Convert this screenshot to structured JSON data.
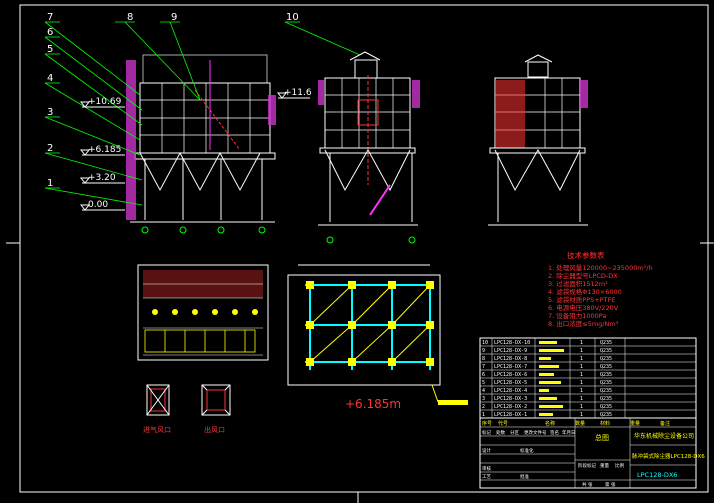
{
  "callouts": [
    "7",
    "6",
    "5",
    "4",
    "3",
    "2",
    "1",
    "8",
    "9",
    "10"
  ],
  "elevations": {
    "e1": "+10.69",
    "e2": "+6.185",
    "e3": "+3.20",
    "e4": "0.00",
    "e5": "+11.6",
    "plan": "+6.185m"
  },
  "tech_notes": {
    "title": "技术参数表",
    "items": [
      "1. 处理风量120000~235000m³/h",
      "2. 除尘器型号LPCD-DX",
      "3. 过滤面积1512m²",
      "4. 滤袋规格Φ130×6000",
      "5. 滤袋材质PPS+PTFE",
      "6. 电源电压380V/220V",
      "7. 设备阻力1000Pa",
      "8. 出口浓度≤5mg/Nm³"
    ]
  },
  "detail_labels": [
    "进气风口",
    "出风口"
  ],
  "parts_table": {
    "rows": [
      {
        "no": "10",
        "code": "LPC128-DX-10",
        "qty": "1",
        "mat": "Q235"
      },
      {
        "no": "9",
        "code": "LPC128-DX-9",
        "qty": "1",
        "mat": "Q235"
      },
      {
        "no": "8",
        "code": "LPC128-DX-8",
        "qty": "1",
        "mat": "Q235"
      },
      {
        "no": "7",
        "code": "LPC128-DX-7",
        "qty": "1",
        "mat": "Q235"
      },
      {
        "no": "6",
        "code": "LPC128-DX-6",
        "qty": "1",
        "mat": "Q235"
      },
      {
        "no": "5",
        "code": "LPC128-DX-5",
        "qty": "1",
        "mat": "Q235"
      },
      {
        "no": "4",
        "code": "LPC128-DX-4",
        "qty": "1",
        "mat": "Q235"
      },
      {
        "no": "3",
        "code": "LPC128-DX-3",
        "qty": "1",
        "mat": "Q235"
      },
      {
        "no": "2",
        "code": "LPC128-DX-2",
        "qty": "1",
        "mat": "Q235"
      },
      {
        "no": "1",
        "code": "LPC128-DX-1",
        "qty": "1",
        "mat": "Q235"
      }
    ],
    "header": [
      "序号",
      "代号",
      "名称",
      "数量",
      "材料",
      "重量",
      "备注"
    ]
  },
  "title_block": {
    "company": "华东机械除尘设备公司",
    "drawing": "脉冲袋式除尘器LPC128-DX6",
    "code": "LPC128-DX6",
    "assembly": "总图",
    "labels": [
      "标记",
      "处数",
      "分区",
      "更改文件号",
      "签名",
      "年月日",
      "设计",
      "标准化",
      "阶段标记",
      "重量",
      "比例",
      "审核",
      "工艺",
      "批准",
      "共 张",
      "第 张"
    ]
  }
}
